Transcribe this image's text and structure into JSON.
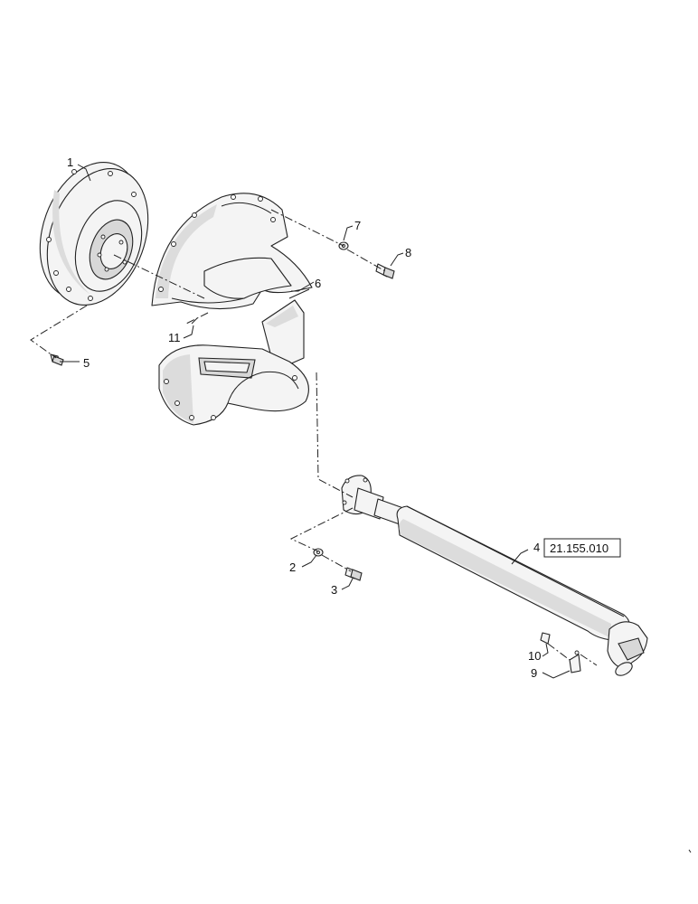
{
  "callouts": {
    "c1": "1",
    "c2": "2",
    "c3": "3",
    "c4": "4",
    "c5": "5",
    "c6": "6",
    "c7": "7",
    "c8": "8",
    "c9": "9",
    "c10": "10",
    "c11": "11"
  },
  "reference": {
    "label": "21.155.010"
  },
  "icons": {
    "flywheel_plate": "flywheel-plate-icon",
    "housing": "housing-icon",
    "driveshaft": "driveshaft-icon"
  }
}
